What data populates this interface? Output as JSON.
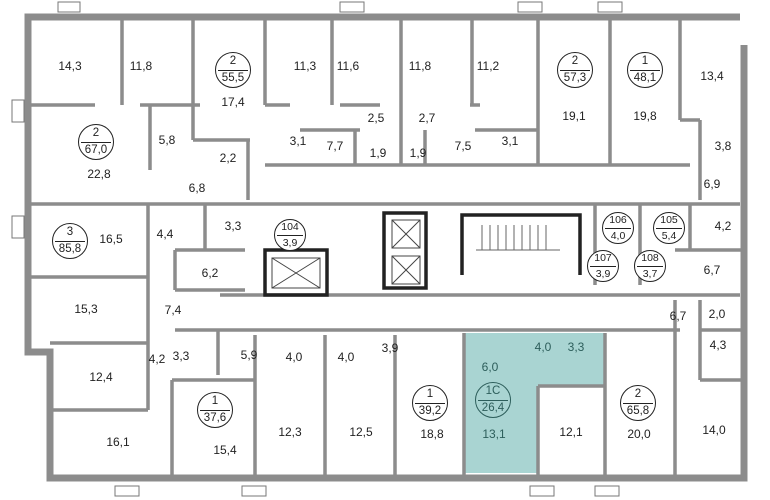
{
  "colors": {
    "wall": "#8c8c8c",
    "wall_dark": "#333333",
    "highlight": "#a9d4d2",
    "text": "#222222"
  },
  "apartments": [
    {
      "rooms": "2",
      "area": "55,5"
    },
    {
      "rooms": "2",
      "area": "57,3"
    },
    {
      "rooms": "1",
      "area": "48,1"
    },
    {
      "rooms": "2",
      "area": "67,0"
    },
    {
      "rooms": "3",
      "area": "85,8"
    },
    {
      "rooms": "1",
      "area": "37,6"
    },
    {
      "rooms": "1",
      "area": "39,2"
    },
    {
      "rooms": "1С",
      "area": "26,4",
      "highlighted": true
    },
    {
      "rooms": "2",
      "area": "65,8"
    }
  ],
  "storage": [
    {
      "number": "104",
      "area": "3,9"
    },
    {
      "number": "106",
      "area": "4,0"
    },
    {
      "number": "105",
      "area": "5,4"
    },
    {
      "number": "107",
      "area": "3,9"
    },
    {
      "number": "108",
      "area": "3,7"
    }
  ],
  "room_areas": [
    "14,3",
    "11,8",
    "17,4",
    "11,3",
    "11,6",
    "11,8",
    "11,2",
    "19,1",
    "19,8",
    "13,4",
    "22,8",
    "5,8",
    "2,2",
    "3,1",
    "2,5",
    "7,7",
    "1,9",
    "2,7",
    "1,9",
    "7,5",
    "3,1",
    "3,8",
    "6,8",
    "6,9",
    "16,5",
    "4,4",
    "3,3",
    "4,2",
    "6,2",
    "6,7",
    "15,3",
    "7,4",
    "6,7",
    "2,0",
    "4,3",
    "4,2",
    "3,3",
    "5,9",
    "4,0",
    "4,0",
    "3,9",
    "4,0",
    "3,3",
    "6,0",
    "12,4",
    "15,4",
    "18,8",
    "13,1",
    "12,1",
    "20,0",
    "14,0",
    "16,1",
    "12,3",
    "12,5"
  ]
}
